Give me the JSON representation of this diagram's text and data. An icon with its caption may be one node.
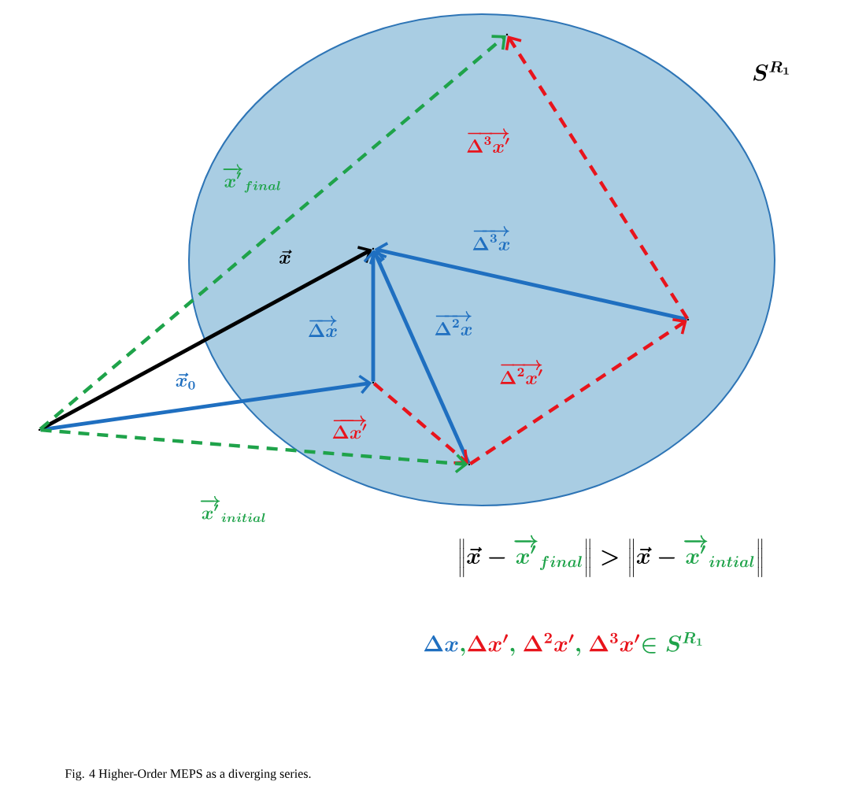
{
  "diagram": {
    "caption": "Fig. 4 Higher-Order MEPS as a diverging series.",
    "nodes": [
      {
        "text": [
          "S^{R_1}"
        ]
      },
      {
        "text": [],
        "shape": "point"
      },
      {
        "text": [],
        "shape": "point",
        "in": 0
      },
      {
        "text": [],
        "shape": "point",
        "in": 0
      },
      {
        "text": [],
        "shape": "point",
        "in": 0
      },
      {
        "text": [],
        "shape": "point",
        "in": 0
      },
      {
        "text": [],
        "shape": "point",
        "in": 0
      }
    ],
    "edges": [
      {
        "from": 1,
        "to": 2,
        "arrow": "to",
        "label": "\\vec{x}_0"
      },
      {
        "from": 1,
        "to": 3,
        "arrow": "to",
        "label": "\\vec{x}",
        "color": "#000000"
      },
      {
        "from": 2,
        "to": 3,
        "arrow": "to",
        "label": "\\overrightarrow{\\Delta x}"
      },
      {
        "from": 4,
        "to": 3,
        "arrow": "to",
        "label": "\\overrightarrow{\\Delta^2 x}"
      },
      {
        "from": 5,
        "to": 3,
        "arrow": "to",
        "label": "\\overrightarrow{\\Delta^3 x}"
      },
      {
        "from": 2,
        "to": 4,
        "arrow": "to",
        "label": "\\overrightarrow{\\Delta x'}",
        "style": "dashed",
        "color": "#e8141c"
      },
      {
        "from": 4,
        "to": 5,
        "arrow": "to",
        "label": "\\overrightarrow{\\Delta^2 x'}",
        "style": "dashed",
        "color": "#e8141c"
      },
      {
        "from": 5,
        "to": 6,
        "arrow": "to",
        "label": "\\overrightarrow{\\Delta^3 x'}",
        "style": "dashed",
        "color": "#e8141c"
      },
      {
        "from": 1,
        "to": 6,
        "arrow": "to",
        "label": "\\overrightarrow{x'}_{final}",
        "style": "dashed",
        "color": "#1fa34a"
      },
      {
        "from": 1,
        "to": 4,
        "arrow": "to",
        "label": "\\overrightarrow{x'}_{initial}",
        "style": "dashed",
        "color": "#1fa34a"
      }
    ],
    "labels": [
      "\\left\\| \\vec{x} - {\\color[HTML]{1FA34A}\\overrightarrow{x'}_{final}} \\right\\| > \\left\\| \\vec{x} - {\\color[HTML]{1FA34A}\\overrightarrow{x'}_{intial}} \\right\\|",
      "{\\color[HTML]{1F6FC0}\\Delta x}{\\color[HTML]{1FA34A},} {\\color[HTML]{E8141C}\\Delta x'}{\\color[HTML]{1FA34A},}\\ {\\color[HTML]{E8141C}\\Delta^2 x'}{\\color[HTML]{1FA34A},}\\ {\\color[HTML]{E8141C}\\Delta^3 x'} {\\color[HTML]{1FA34A}\\in S^{R_1}}"
    ]
  }
}
